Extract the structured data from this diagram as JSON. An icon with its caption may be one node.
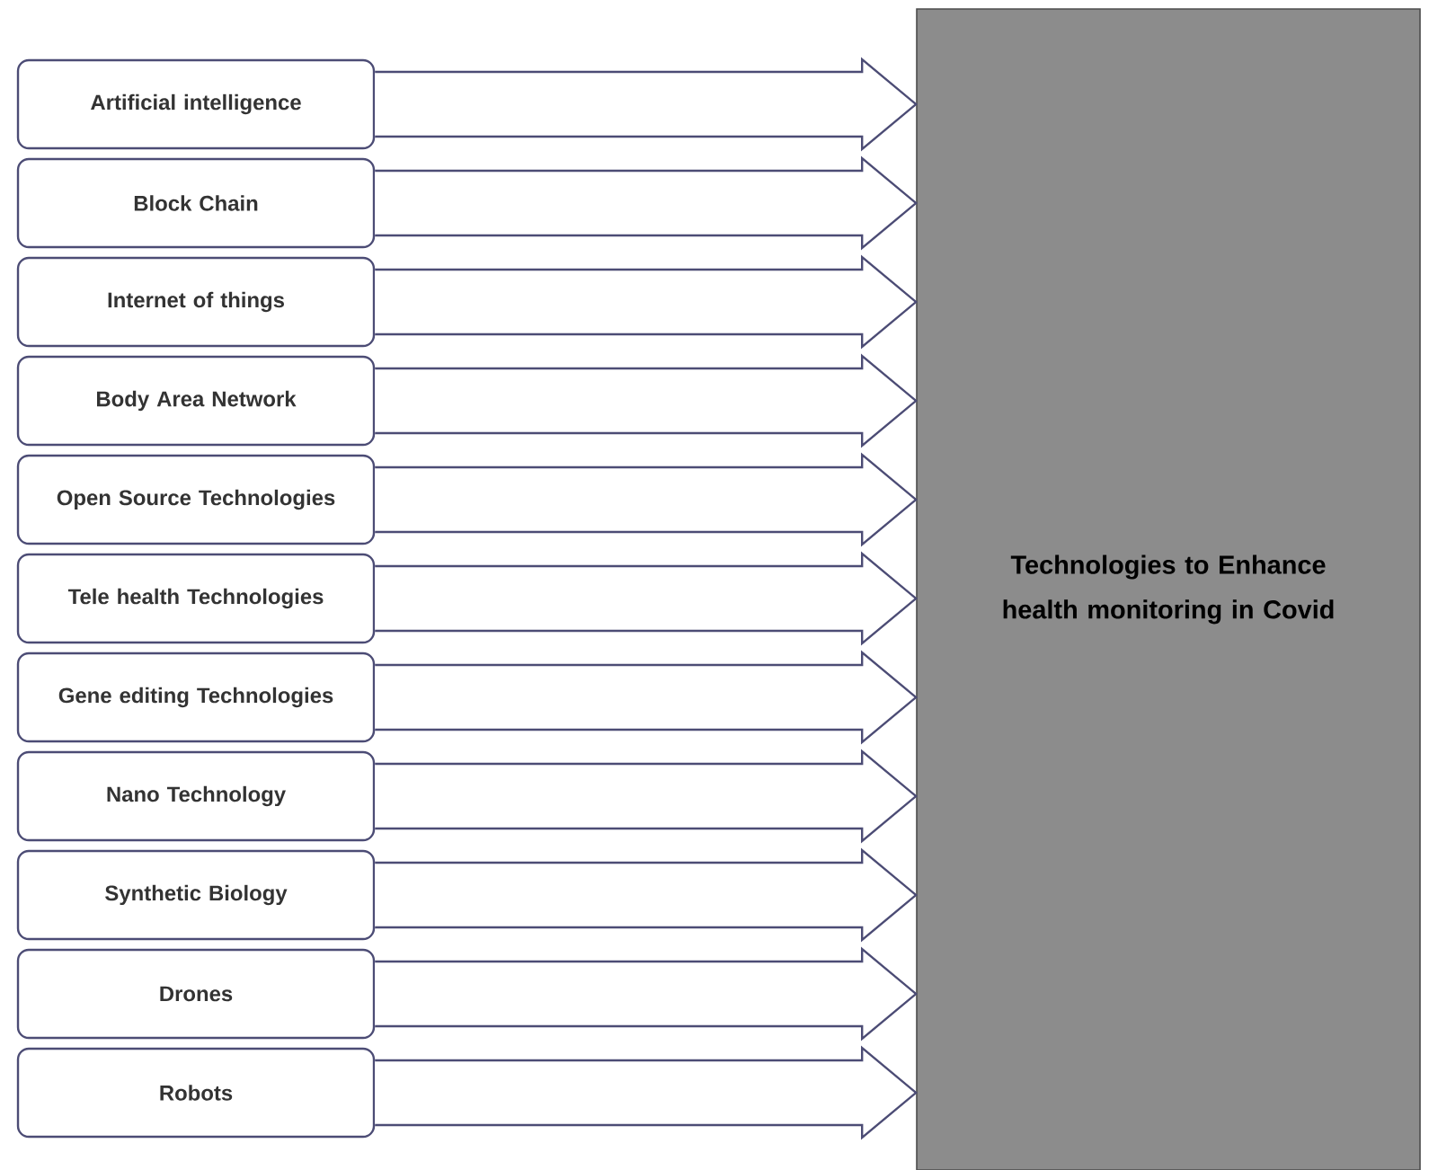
{
  "diagram": {
    "nodes": [
      {
        "text": [
          "Artificial intelligence"
        ]
      },
      {
        "text": [
          "Block Chain"
        ]
      },
      {
        "text": [
          "Internet of things"
        ]
      },
      {
        "text": [
          "Body Area Network"
        ]
      },
      {
        "text": [
          "Open Source Technologies"
        ]
      },
      {
        "text": [
          "Tele health Technologies"
        ]
      },
      {
        "text": [
          "Gene editing Technologies"
        ]
      },
      {
        "text": [
          "Nano Technology"
        ]
      },
      {
        "text": [
          "Synthetic Biology"
        ]
      },
      {
        "text": [
          "Drones"
        ]
      },
      {
        "text": [
          "Robots"
        ]
      },
      {
        "text": [
          "Technologies to Enhance health monitoring in Covid"
        ]
      }
    ],
    "edges": [
      {
        "from": 0,
        "to": 11,
        "arrow": "to"
      },
      {
        "from": 1,
        "to": 11,
        "arrow": "to"
      },
      {
        "from": 2,
        "to": 11,
        "arrow": "to"
      },
      {
        "from": 3,
        "to": 11,
        "arrow": "to"
      },
      {
        "from": 4,
        "to": 11,
        "arrow": "to"
      },
      {
        "from": 5,
        "to": 11,
        "arrow": "to"
      },
      {
        "from": 6,
        "to": 11,
        "arrow": "to"
      },
      {
        "from": 7,
        "to": 11,
        "arrow": "to"
      },
      {
        "from": 8,
        "to": 11,
        "arrow": "to"
      },
      {
        "from": 9,
        "to": 11,
        "arrow": "to"
      },
      {
        "from": 10,
        "to": 11,
        "arrow": "to"
      }
    ]
  }
}
